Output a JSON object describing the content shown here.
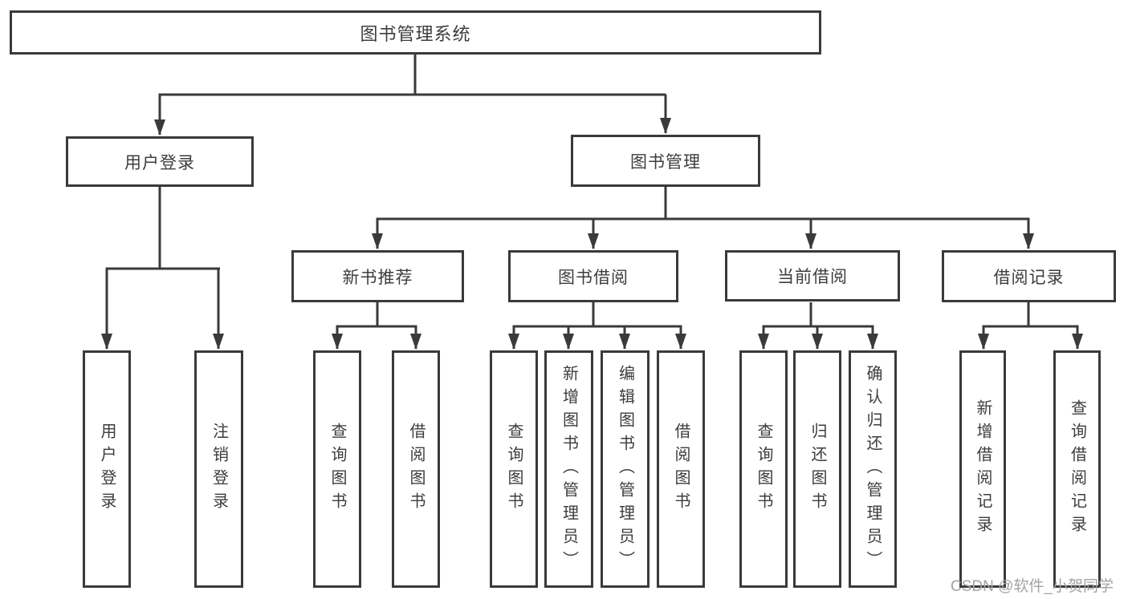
{
  "colors": {
    "line": "#3a3a3a",
    "border": "#3a3a3a",
    "text": "#3d3d3d",
    "watermark": "#a3a3a3",
    "background": "#ffffff"
  },
  "tree": {
    "root": {
      "label": "图书管理系统"
    },
    "level2": [
      {
        "label": "用户登录",
        "children": [
          {
            "label": "用户登录"
          },
          {
            "label": "注销登录"
          }
        ]
      },
      {
        "label": "图书管理",
        "sections": [
          {
            "label": "新书推荐",
            "children": [
              {
                "label": "查询图书"
              },
              {
                "label": "借阅图书"
              }
            ]
          },
          {
            "label": "图书借阅",
            "children": [
              {
                "label": "查询图书"
              },
              {
                "label": "新增图书（管理员）"
              },
              {
                "label": "编辑图书（管理员）"
              },
              {
                "label": "借阅图书"
              }
            ]
          },
          {
            "label": "当前借阅",
            "children": [
              {
                "label": "查询图书"
              },
              {
                "label": "归还图书"
              },
              {
                "label": "确认归还（管理员）"
              }
            ]
          },
          {
            "label": "借阅记录",
            "children": [
              {
                "label": "新增借阅记录"
              },
              {
                "label": "查询借阅记录"
              }
            ]
          }
        ]
      }
    ]
  },
  "watermark": {
    "text": "CSDN @软件_小贺同学"
  }
}
